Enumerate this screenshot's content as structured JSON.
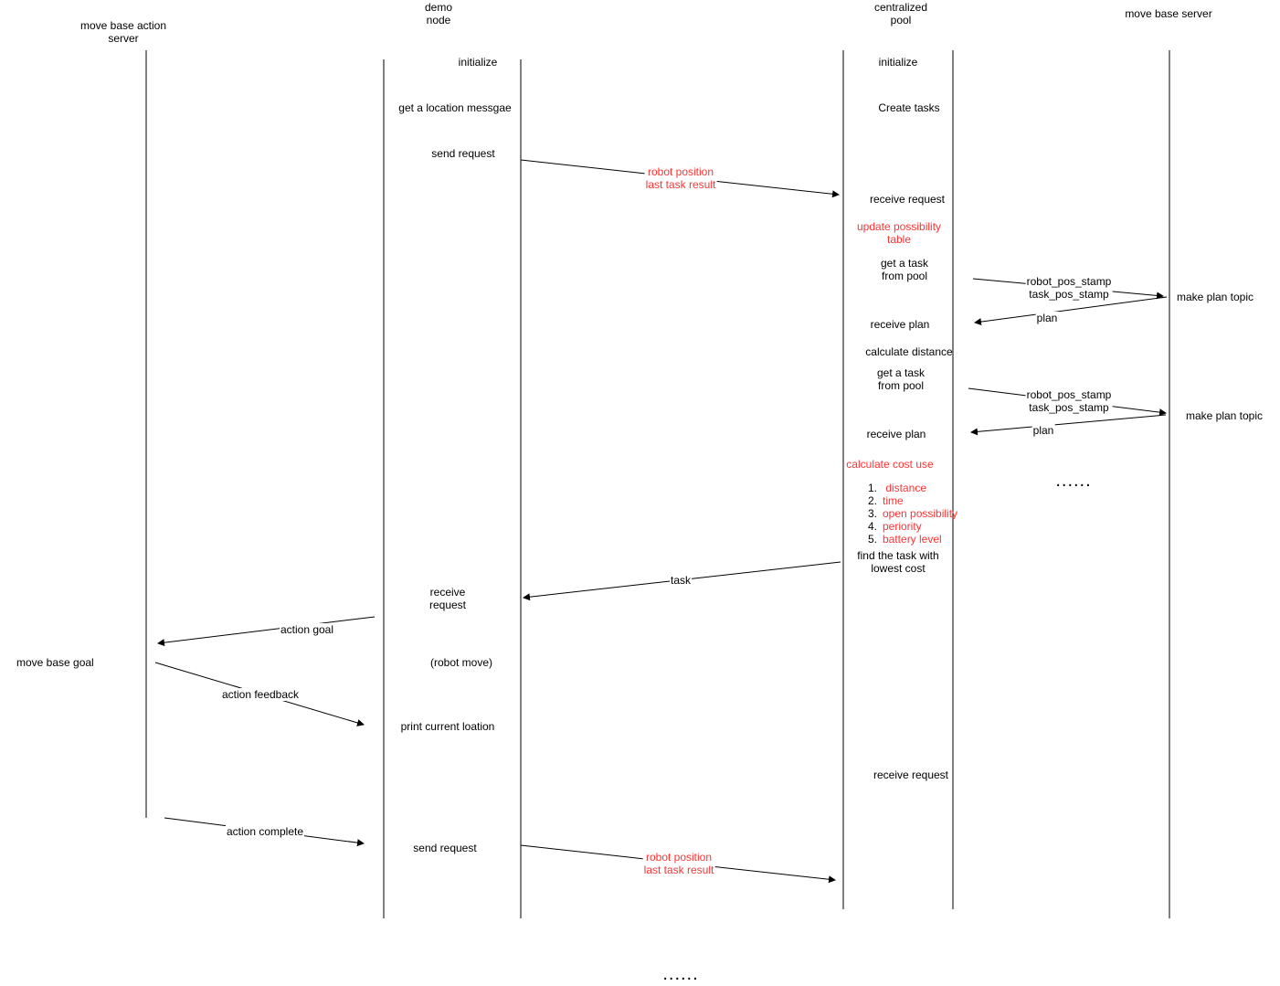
{
  "lanes": {
    "move_base_action_server": "move base action\nserver",
    "demo_node": "demo\nnode",
    "centralized_pool": "centralized\npool",
    "move_base_server": "move base server"
  },
  "demo": {
    "initialize": "initialize",
    "get_location": "get a location messgae",
    "send_request_1": "send request",
    "receive_request": "receive\nrequest",
    "robot_move": "(robot move)",
    "print_location": "print current loation",
    "send_request_2": "send request"
  },
  "pool": {
    "initialize": "initialize",
    "create_tasks": "Create tasks",
    "receive_request_1": "receive request",
    "update_table": "update possibility\ntable",
    "get_task_1": "get a task\nfrom pool",
    "receive_plan_1": "receive plan",
    "calculate_distance": "calculate distance",
    "get_task_2": "get a task\nfrom pool",
    "receive_plan_2": "receive plan",
    "calc_cost": "calculate cost use",
    "cost_items": [
      {
        "num": "1.",
        "text": " distance"
      },
      {
        "num": "2.",
        "text": "time"
      },
      {
        "num": "3.",
        "text": "open possibility"
      },
      {
        "num": "4.",
        "text": "periority"
      },
      {
        "num": "5.",
        "text": "battery level"
      }
    ],
    "find_task": "find the task with\nlowest cost",
    "receive_request_2": "receive request"
  },
  "server": {
    "make_plan_1": "make plan topic",
    "make_plan_2": "make plan topic",
    "ellipsis": "......"
  },
  "action_server": {
    "move_base_goal": "move base goal"
  },
  "messages": {
    "robot_position_1": "robot position\nlast task result",
    "stamps_1": "robot_pos_stamp\ntask_pos_stamp",
    "plan_1": "plan",
    "stamps_2": "robot_pos_stamp\ntask_pos_stamp",
    "plan_2": "plan",
    "task": "task",
    "action_goal": "action goal",
    "action_feedback": "action feedback",
    "action_complete": "action complete",
    "robot_position_2": "robot position\nlast task result"
  },
  "footer_ellipsis": "......",
  "colors": {
    "line": "#000000",
    "highlight": "#ff3333"
  }
}
